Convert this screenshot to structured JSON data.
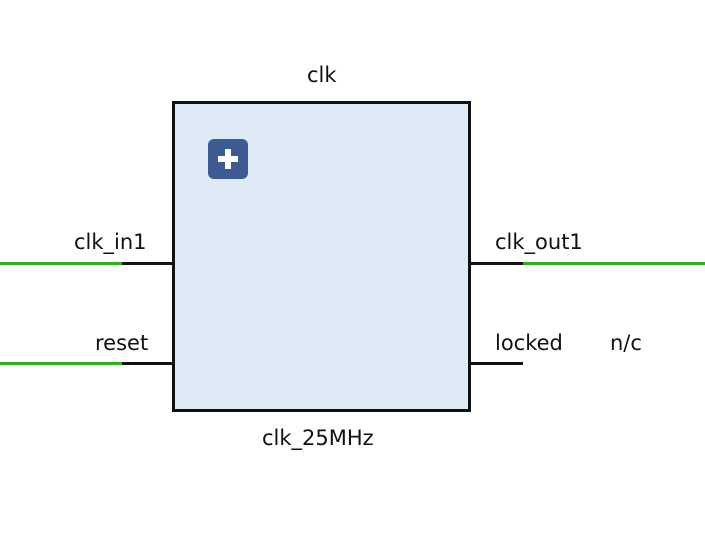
{
  "block": {
    "instance_name": "clk",
    "module_name": "clk_25MHz",
    "expand_icon": "plus-icon"
  },
  "ports": {
    "clk_in1": "clk_in1",
    "reset": "reset",
    "clk_out1": "clk_out1",
    "locked": "locked"
  },
  "nets": {
    "locked_status": "n/c"
  },
  "colors": {
    "block_fill": "#dfeaf7",
    "block_border": "#111111",
    "connected_wire": "#2bb319",
    "pin_stub": "#111111",
    "expand_button": "#3d5a92"
  }
}
